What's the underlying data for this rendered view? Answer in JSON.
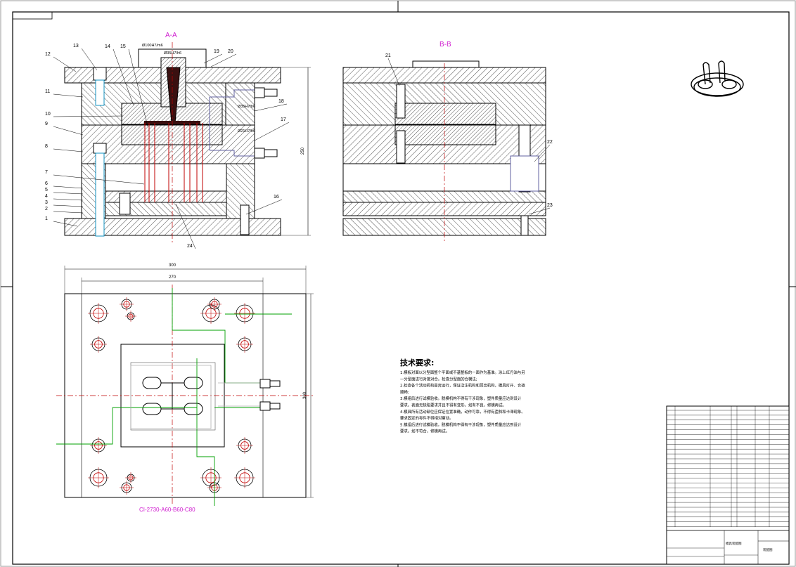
{
  "section_aa": {
    "title": "A-A",
    "part_numbers": [
      "1",
      "2",
      "3",
      "4",
      "5",
      "6",
      "7",
      "8",
      "9",
      "10",
      "11",
      "12",
      "13",
      "14",
      "15",
      "16",
      "17",
      "18",
      "19",
      "20",
      "24"
    ],
    "fits": [
      "Ø100H7/m6",
      "Ø35H7/h6",
      "Ø35H7/h6",
      "Ø21H7/h6"
    ],
    "height_dim": "250"
  },
  "section_bb": {
    "title": "B-B",
    "part_numbers": [
      "21",
      "22",
      "23"
    ]
  },
  "plan_view": {
    "width_outer": "300",
    "width_inner": "270",
    "height_dim": "300",
    "mold_base_code": "CI-2730-A60-B60-C80"
  },
  "tech_requirements": {
    "title": "技术要求:",
    "lines": [
      "1.模板对面以分型面整个平面或不基整板的一面作为基准。涂上红丹油与另",
      "一分型面进行对接对合。检查分型面的合模法;",
      "2.检查各个活动机构是否运行，保证浇注机构和顶出机构，模具打开、合拢",
      "顺畅;",
      "3.模组后进行试模验收。脱模机构不得有干涉现象，塑件质量应达到设计",
      "要求。表面无缺陷要求并且不得有变形。如有不良，修模再试。",
      "4.模具所有活动部位应保证位置准确，动作可靠，不得有歪斜和卡滞现象。",
      "要求固定的零件不得相对窜动。",
      "5.模组后进行试模验收。脱模机构不得有干涉现象，塑件质量应达到设计",
      "要求。如不符合，修模再试。"
    ]
  },
  "title_block": {
    "design_label": "模具装配图",
    "drawing_label": "装配图"
  }
}
